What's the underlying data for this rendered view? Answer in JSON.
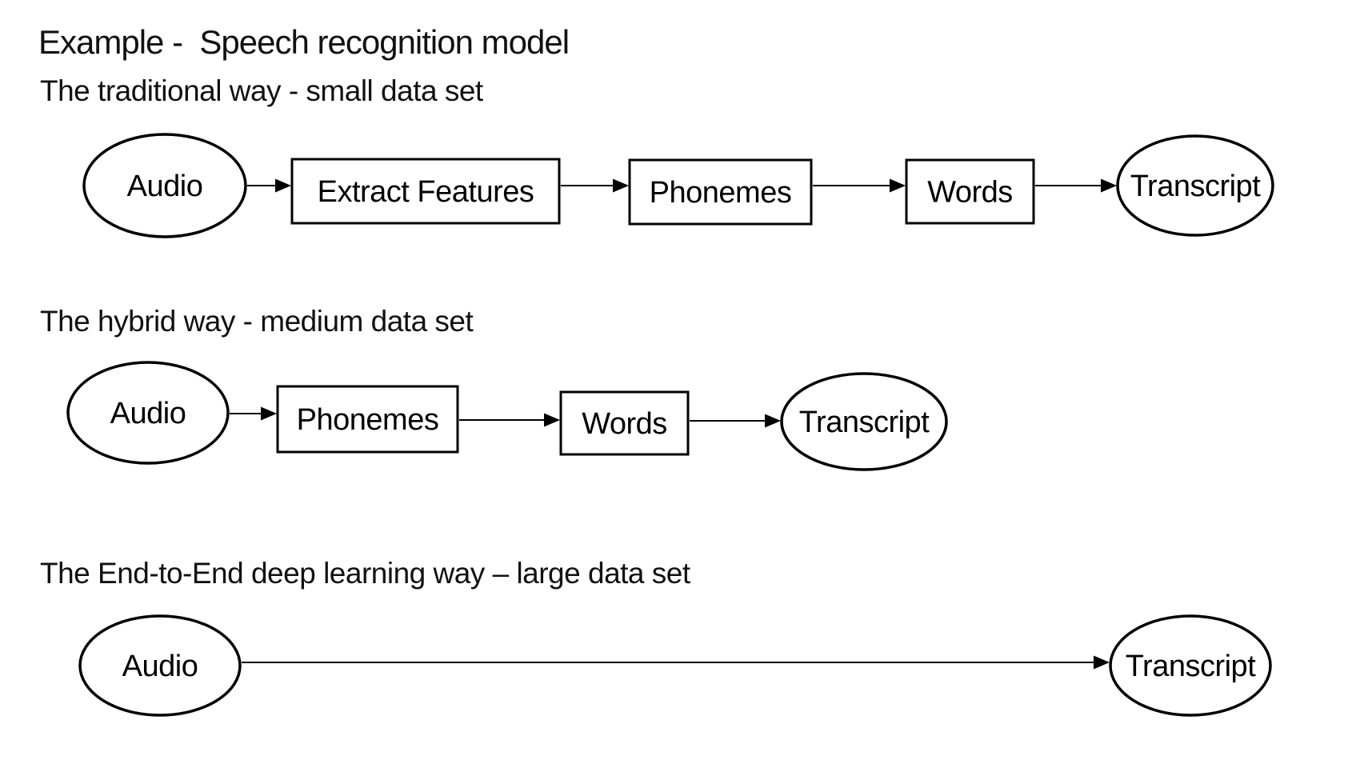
{
  "page": {
    "title": "Example -  Speech recognition model",
    "background_color": "#ffffff",
    "ink_color": "#000000"
  },
  "sections": [
    {
      "heading": "The traditional way - small data set",
      "nodes": [
        {
          "id": "trad-audio",
          "shape": "ellipse",
          "label": "Audio"
        },
        {
          "id": "trad-extract-features",
          "shape": "rect",
          "label": "Extract Features"
        },
        {
          "id": "trad-phonemes",
          "shape": "rect",
          "label": "Phonemes"
        },
        {
          "id": "trad-words",
          "shape": "rect",
          "label": "Words"
        },
        {
          "id": "trad-transcript",
          "shape": "ellipse",
          "label": "Transcript"
        }
      ],
      "edges": [
        {
          "from": "trad-audio",
          "to": "trad-extract-features"
        },
        {
          "from": "trad-extract-features",
          "to": "trad-phonemes"
        },
        {
          "from": "trad-phonemes",
          "to": "trad-words"
        },
        {
          "from": "trad-words",
          "to": "trad-transcript"
        }
      ]
    },
    {
      "heading": "The hybrid way - medium data set",
      "nodes": [
        {
          "id": "hyb-audio",
          "shape": "ellipse",
          "label": "Audio"
        },
        {
          "id": "hyb-phonemes",
          "shape": "rect",
          "label": "Phonemes"
        },
        {
          "id": "hyb-words",
          "shape": "rect",
          "label": "Words"
        },
        {
          "id": "hyb-transcript",
          "shape": "ellipse",
          "label": "Transcript"
        }
      ],
      "edges": [
        {
          "from": "hyb-audio",
          "to": "hyb-phonemes"
        },
        {
          "from": "hyb-phonemes",
          "to": "hyb-words"
        },
        {
          "from": "hyb-words",
          "to": "hyb-transcript"
        }
      ]
    },
    {
      "heading": "The End-to-End deep learning way – large data set",
      "nodes": [
        {
          "id": "e2e-audio",
          "shape": "ellipse",
          "label": "Audio"
        },
        {
          "id": "e2e-transcript",
          "shape": "ellipse",
          "label": "Transcript"
        }
      ],
      "edges": [
        {
          "from": "e2e-audio",
          "to": "e2e-transcript"
        }
      ]
    }
  ]
}
